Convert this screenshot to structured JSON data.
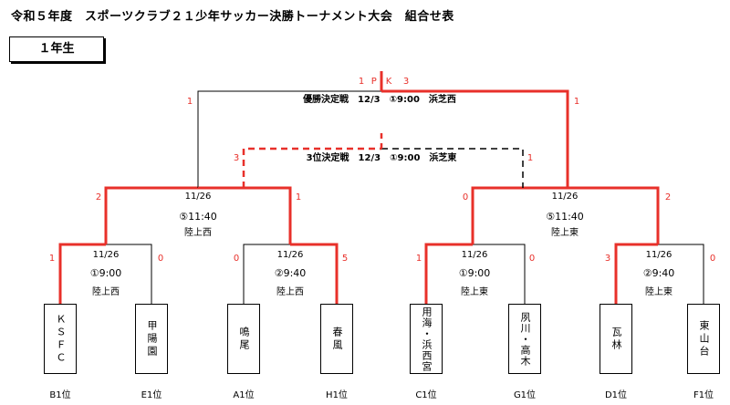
{
  "title": "令和５年度　スポーツクラブ２１少年サッカー決勝トーナメント大会　組合せ表",
  "grade": "１年生",
  "final": {
    "label": "優勝決定戦　12/3　①9:00　浜芝西",
    "score_left": "1",
    "score_right": "1",
    "pk_left": "1",
    "pk_label": "P　K",
    "pk_right": "3"
  },
  "third_place": {
    "label": "3位決定戦　12/3　①9:00　浜芝東",
    "score_left": "3",
    "score_right": "1"
  },
  "semifinals": [
    {
      "date": "11/26",
      "time": "⑤11:40",
      "venue": "陸上西",
      "score_left": "2",
      "score_right": "1"
    },
    {
      "date": "11/26",
      "time": "⑤11:40",
      "venue": "陸上東",
      "score_left": "0",
      "score_right": "2"
    }
  ],
  "quarterfinals": [
    {
      "date": "11/26",
      "time": "①9:00",
      "venue": "陸上西",
      "score_left": "1",
      "score_right": "0"
    },
    {
      "date": "11/26",
      "time": "②9:40",
      "venue": "陸上西",
      "score_left": "0",
      "score_right": "5"
    },
    {
      "date": "11/26",
      "time": "①9:00",
      "venue": "陸上東",
      "score_left": "1",
      "score_right": "0"
    },
    {
      "date": "11/26",
      "time": "②9:40",
      "venue": "陸上東",
      "score_left": "3",
      "score_right": "0"
    }
  ],
  "teams": [
    {
      "name": "ＫＳＦＣ",
      "seed": "B1位"
    },
    {
      "name": "甲陽園",
      "seed": "E1位"
    },
    {
      "name": "鳴尾",
      "seed": "A1位"
    },
    {
      "name": "春風",
      "seed": "H1位"
    },
    {
      "name": "用海・浜西宮",
      "seed": "C1位"
    },
    {
      "name": "夙川・高木",
      "seed": "G1位"
    },
    {
      "name": "瓦林",
      "seed": "D1位"
    },
    {
      "name": "東山台",
      "seed": "F1位"
    }
  ],
  "colors": {
    "winner_line": "#e8302a",
    "loser_line": "#000000"
  }
}
